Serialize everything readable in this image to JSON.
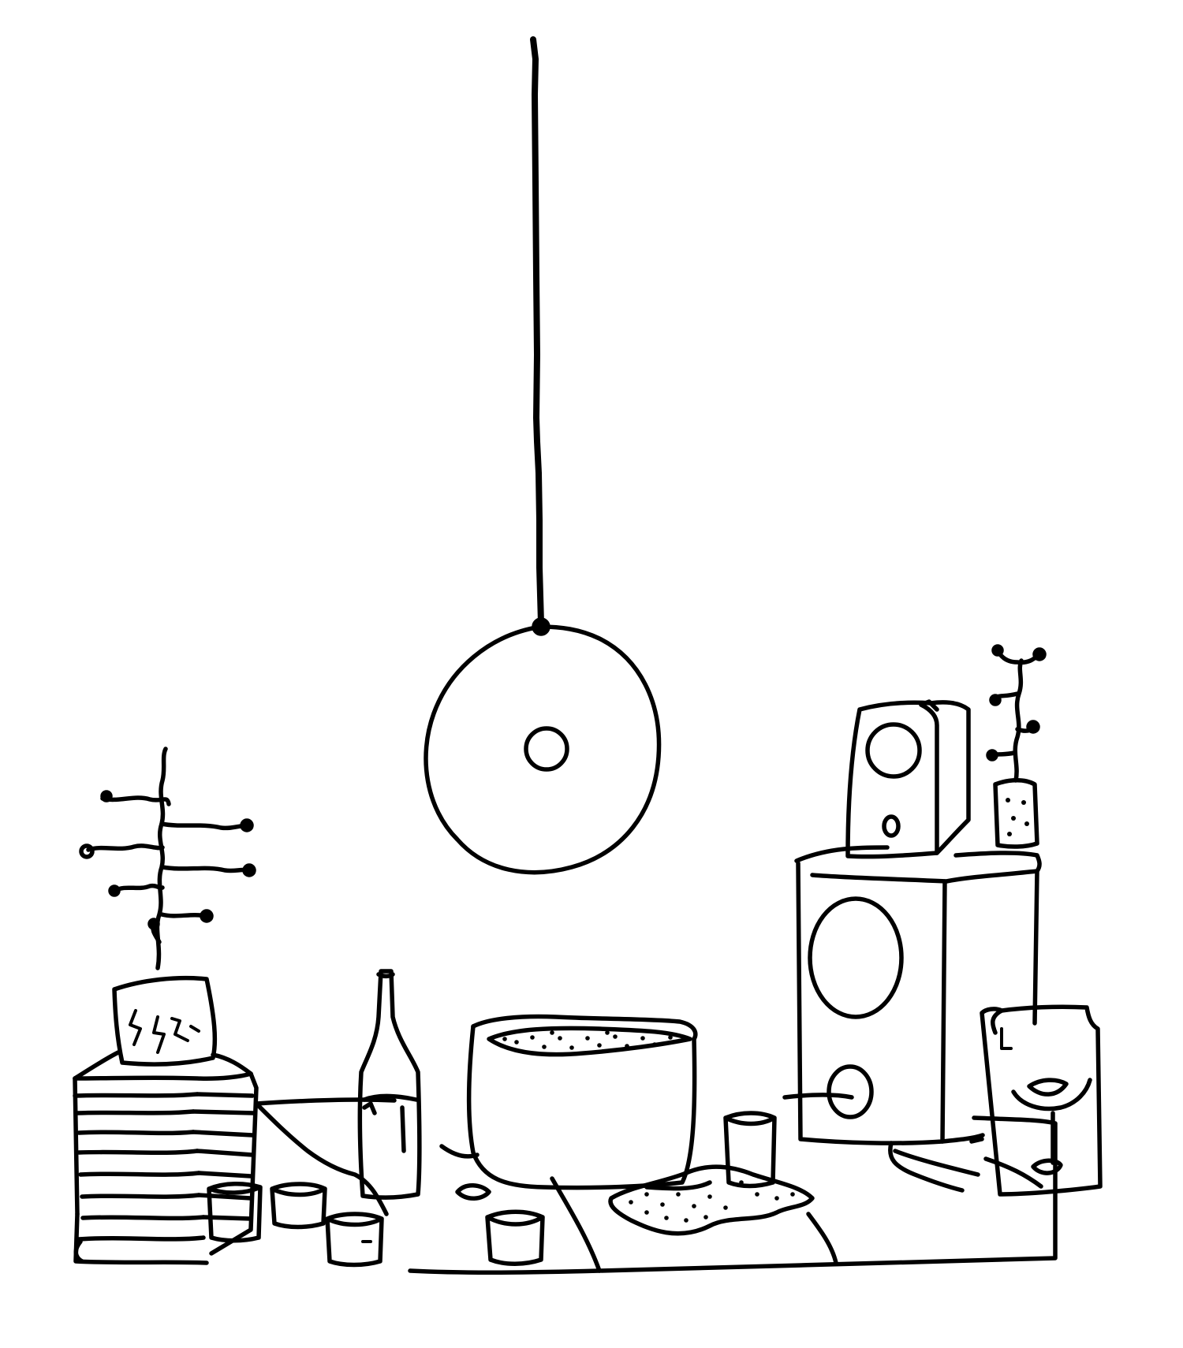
{
  "illustration": {
    "style": "hand-drawn black line art on white",
    "ink_color": "#000000",
    "paper_color": "#ffffff",
    "objects": [
      "hanging-pendant-lamp",
      "plant-in-cracked-pot",
      "stacked-magazines",
      "glass-bottle",
      "large-bowl",
      "floor-speaker",
      "bookshelf-speaker",
      "small-plant-in-dotted-pot",
      "framed-poster-with-face",
      "cups",
      "rug"
    ],
    "poster_letter": "L"
  }
}
